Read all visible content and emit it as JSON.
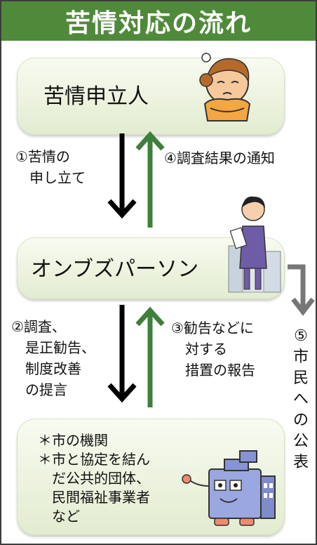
{
  "title": "苦情対応の流れ",
  "nodes": {
    "complainant": "苦情申立人",
    "ombudsperson": "オンブズパーソン",
    "targets": [
      "＊市の機関",
      "＊市と協定を結ん",
      "　だ公共的団体、",
      "　民間福祉事業者",
      "　など"
    ]
  },
  "flows": {
    "step1": [
      "①苦情の",
      "　申し立て"
    ],
    "step4": "④調査結果の通知",
    "step2": [
      "②調査、",
      "　是正勧告、",
      "　制度改善",
      "　の提言"
    ],
    "step3": [
      "③勧告などに",
      "　対する",
      "　措置の報告"
    ],
    "step5": [
      "⑤",
      "市",
      "民",
      "へ",
      "の",
      "公",
      "表"
    ]
  },
  "colors": {
    "header": "#4f8a3a",
    "up_arrow": "#3f7f3c",
    "down_arrow": "#000000",
    "side_arrow": "#777777"
  }
}
